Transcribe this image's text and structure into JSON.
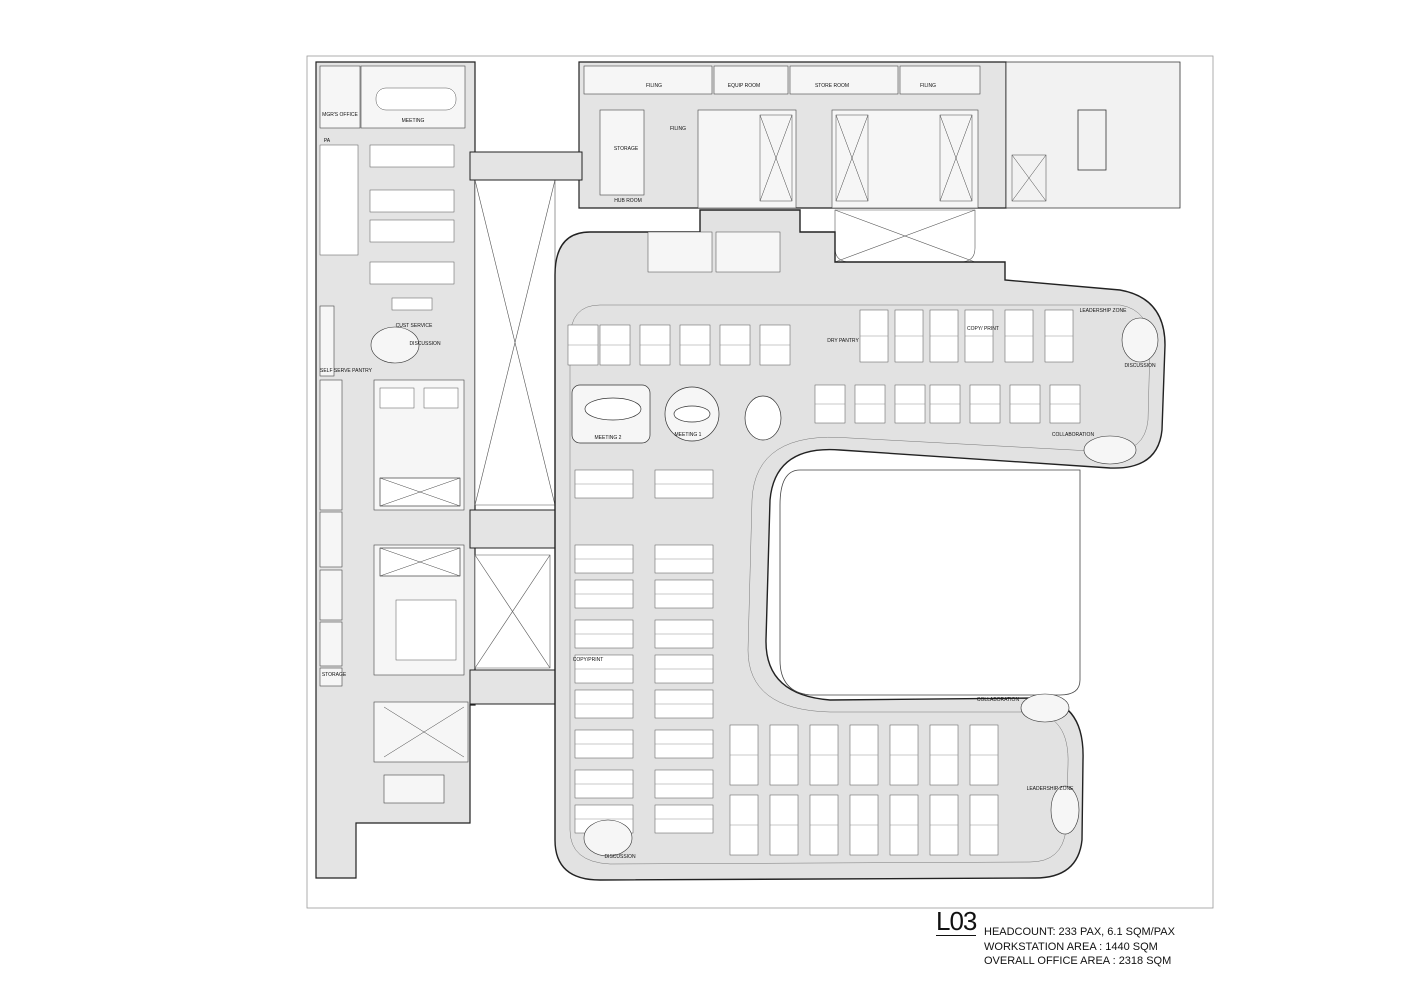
{
  "level": "L03",
  "stats": {
    "headcount": "HEADCOUNT: 233 PAX, 6.1 SQM/PAX",
    "workstation_area": "WORKSTATION AREA : 1440 SQM",
    "office_area": "OVERALL OFFICE AREA : 2318 SQM"
  },
  "rooms": {
    "mgr_office": "MGR'S OFFICE",
    "meeting": "MEETING",
    "pa": "PA",
    "cust_service": "CUST SERVICE",
    "discussion_left": "DISCUSSION",
    "self_serve_pantry": "SELF SERVE PANTRY",
    "storage_left": "STORAGE",
    "filing_top": "FILING",
    "equip_room": "EQUIP ROOM",
    "store_room": "STORE ROOM",
    "filing_right": "FILING",
    "storage_top": "STORAGE",
    "filing_mid": "FILING",
    "hub_room": "HUB ROOM",
    "dry_pantry": "DRY PANTRY",
    "copy_print_top": "COPY/ PRINT",
    "leadership_zone_top": "LEADERSHIP ZONE",
    "discussion_right": "DISCUSSION",
    "collaboration_top": "COLLABORATION",
    "meeting_2": "MEETING 2",
    "meeting_1": "MEETING 1",
    "copy_print_mid": "COPY/PRINT",
    "collaboration_bottom": "COLLABORATION",
    "leadership_zone_bottom": "LEADERSHIP ZONE",
    "discussion_bottom": "DISCUSSION"
  }
}
